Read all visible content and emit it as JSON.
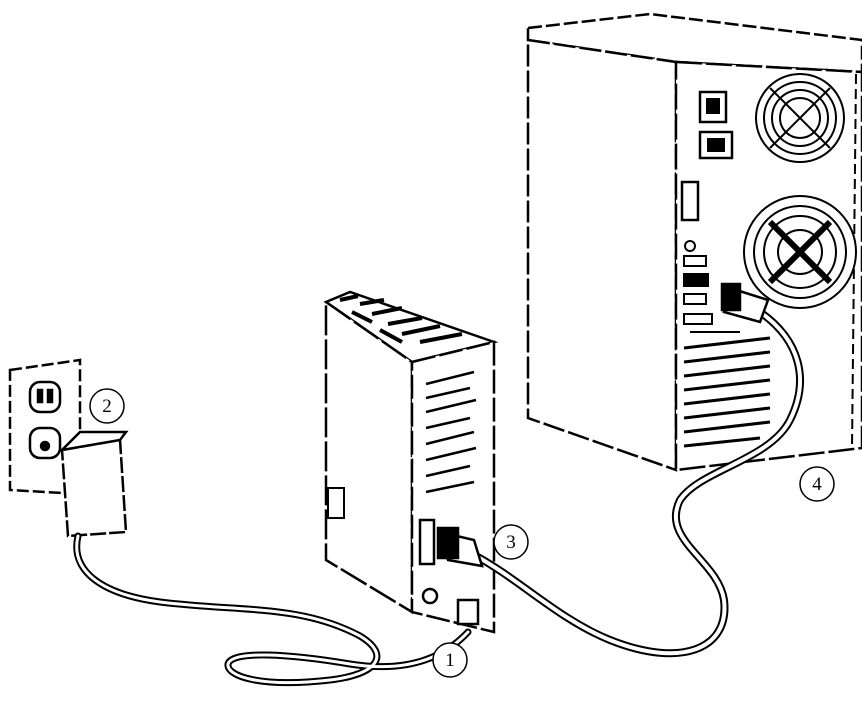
{
  "callouts": [
    {
      "id": "power-port",
      "label": "1"
    },
    {
      "id": "power-outlet",
      "label": "2"
    },
    {
      "id": "drive-usb-port",
      "label": "3"
    },
    {
      "id": "computer-usb-port",
      "label": "4"
    }
  ],
  "colors": {
    "line": "#000000",
    "background": "#ffffff",
    "fill": "#ffffff"
  },
  "icons": [
    "wall-outlet-icon",
    "power-adapter-icon",
    "external-drive-icon",
    "computer-tower-icon",
    "usb-cable-icon",
    "power-cable-icon"
  ]
}
